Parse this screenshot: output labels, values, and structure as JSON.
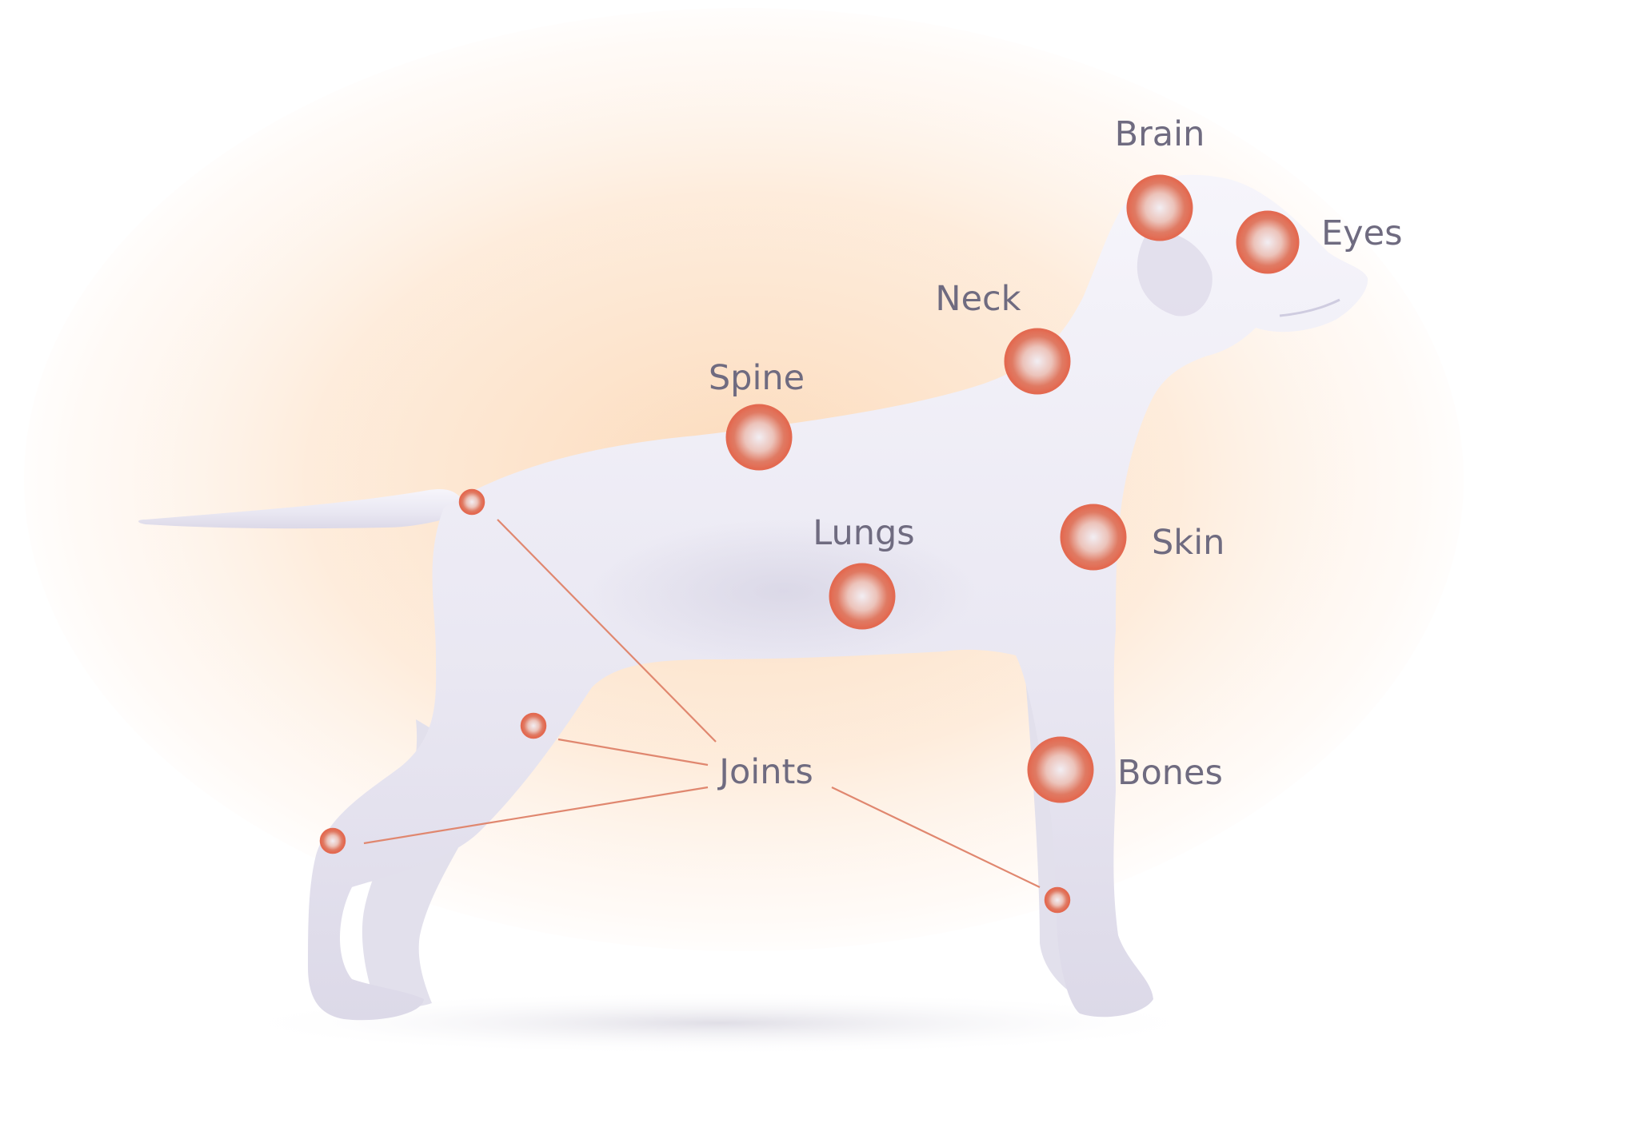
{
  "diagram": {
    "labels": {
      "brain": "Brain",
      "eyes": "Eyes",
      "neck": "Neck",
      "spine": "Spine",
      "lungs": "Lungs",
      "skin": "Skin",
      "joints": "Joints",
      "bones": "Bones"
    }
  },
  "colors": {
    "background_glow": "#fde6d0",
    "dog_body": "#eceaf4",
    "dog_shadow": "#c9c6d6",
    "marker": "#e0705a",
    "marker_center": "#f7d9d2",
    "leader_line": "#e0876f",
    "label_text": "#6f6b80"
  },
  "icons": {
    "dog": "dog-silhouette-icon",
    "marker": "highlight-circle-icon"
  }
}
